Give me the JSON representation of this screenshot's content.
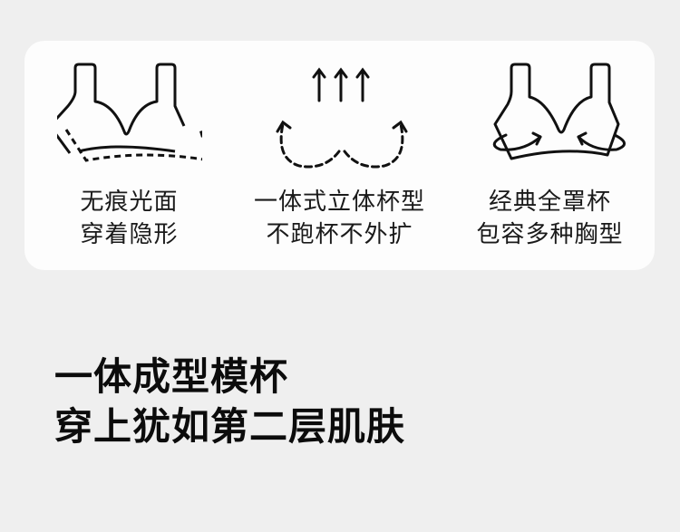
{
  "features": [
    {
      "icon": "seamless-bra-icon",
      "line1": "无痕光面",
      "line2": "穿着隐形"
    },
    {
      "icon": "lift-cup-icon",
      "line1": "一体式立体杯型",
      "line2": "不跑杯不外扩"
    },
    {
      "icon": "full-coverage-bra-icon",
      "line1": "经典全罩杯",
      "line2": "包容多种胸型"
    }
  ],
  "headline": {
    "line1": "一体成型模杯",
    "line2": "穿上犹如第二层肌肤"
  },
  "colors": {
    "background": "#efefef",
    "card": "#fdfdfd",
    "ink": "#111111"
  }
}
